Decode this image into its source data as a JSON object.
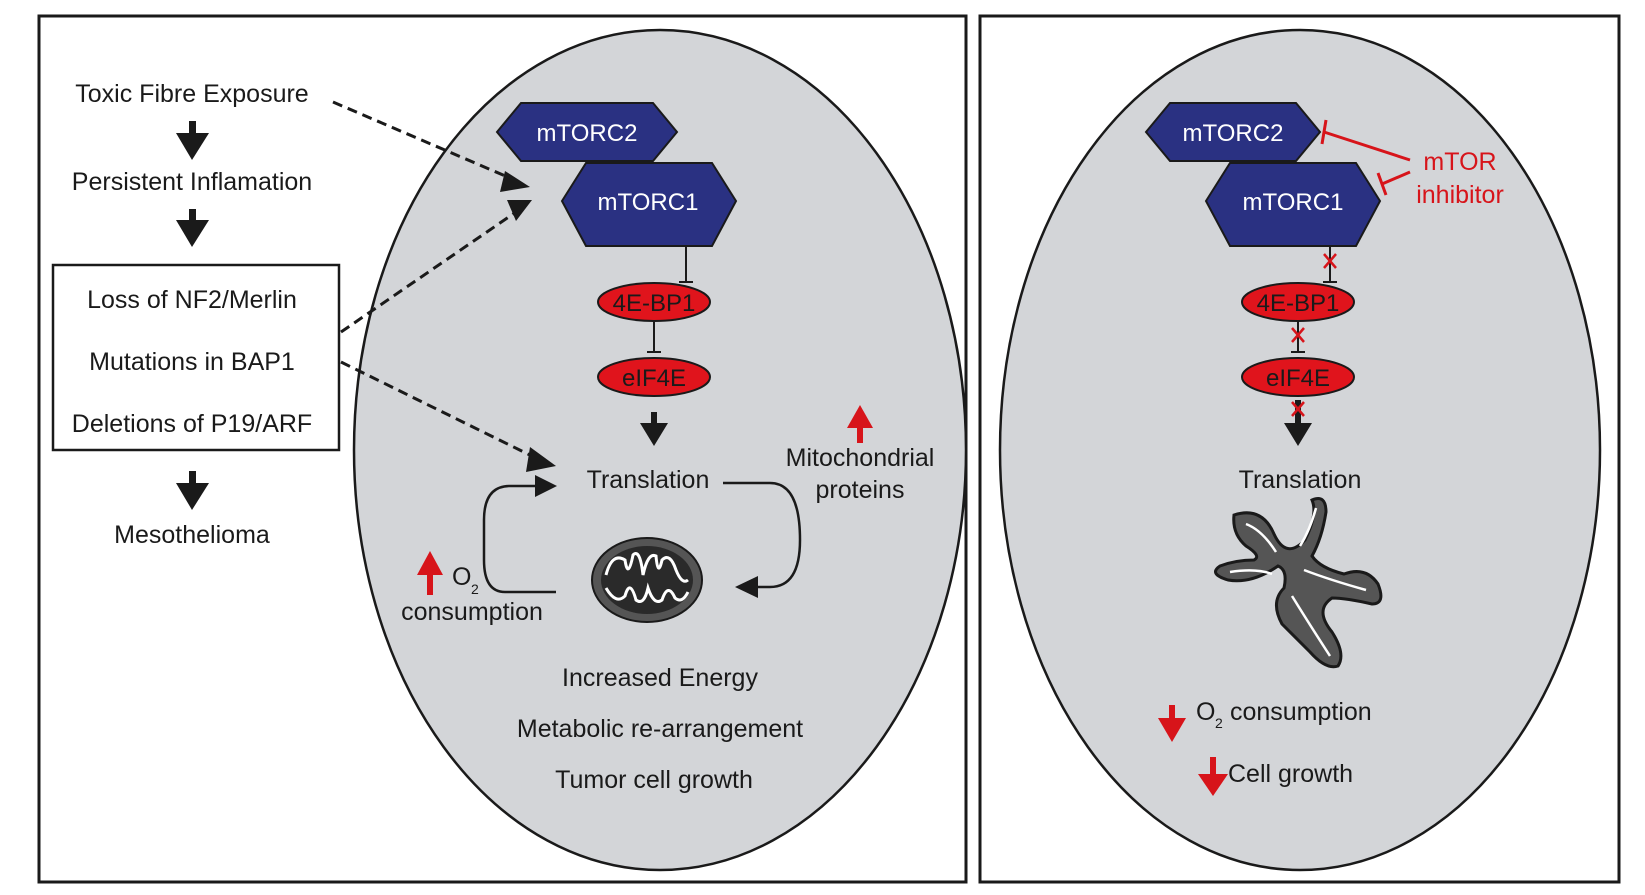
{
  "left_panel": {
    "pathway": {
      "step1": "Toxic Fibre Exposure",
      "step2": "Persistent Inflamation",
      "box_items": [
        "Loss of NF2/Merlin",
        "Mutations in BAP1",
        "Deletions of P19/ARF"
      ],
      "outcome": "Mesothelioma"
    },
    "cell": {
      "mtorc2": "mTORC2",
      "mtorc1": "mTORC1",
      "bp1": "4E-BP1",
      "eif4e": "eIF4E",
      "translation": "Translation",
      "mito_proteins_line1": "Mitochondrial",
      "mito_proteins_line2": "proteins",
      "o2": "O",
      "o2_sub": "2",
      "consumption": "consumption",
      "outcomes": [
        "Increased Energy",
        "Metabolic re-arrangement",
        "Tumor cell growth"
      ]
    }
  },
  "right_panel": {
    "mtorc2": "mTORC2",
    "mtorc1": "mTORC1",
    "inhibitor_line1": "mTOR",
    "inhibitor_line2": "inhibitor",
    "bp1": "4E-BP1",
    "eif4e": "eIF4E",
    "translation": "Translation",
    "o2": "O",
    "o2_sub": "2",
    "o2_consumption": " consumption",
    "cell_growth": "Cell growth"
  },
  "colors": {
    "cell_fill": "#d3d5d8",
    "complex_fill": "#2a3182",
    "node_red": "#e0141c",
    "inhibitor_red": "#d7141a"
  }
}
